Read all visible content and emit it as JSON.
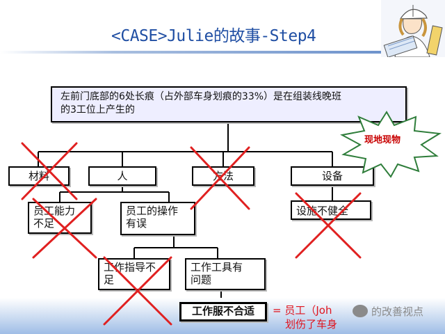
{
  "slide": {
    "title": "<CASE>Julie的故事-Step4"
  },
  "diagram": {
    "root": {
      "line1": "左前门底部的6处长痕（占外部车身划痕的33%）是在组装线晚班",
      "line2": "的3工位上产生的"
    },
    "categories": {
      "material": "材料",
      "people": "人",
      "method": "方法",
      "equipment": "设备"
    },
    "causes": {
      "ability_l1": "员工能力",
      "ability_l2": "不足",
      "operation_l1": "员工的操作",
      "operation_l2": "有误",
      "facility": "设施不健全",
      "instruction_l1": "工作指导不",
      "instruction_l2": "足",
      "tools_l1": "工作工具有",
      "tools_l2": "问题",
      "clothing": "工作服不合适"
    },
    "burst_label": "现地现物",
    "conclusion": {
      "line1": "= 员工（Joh",
      "line2": "划伤了车身"
    },
    "colors": {
      "title": "#1f4ea3",
      "root_fill": "#eeeeff",
      "cross": "#e02020",
      "conclusion": "#e0141e",
      "burst_border": "#2e7d3a"
    }
  },
  "watermark": {
    "text": "的改善视点",
    "icon": "wechat-bubbles-icon"
  }
}
